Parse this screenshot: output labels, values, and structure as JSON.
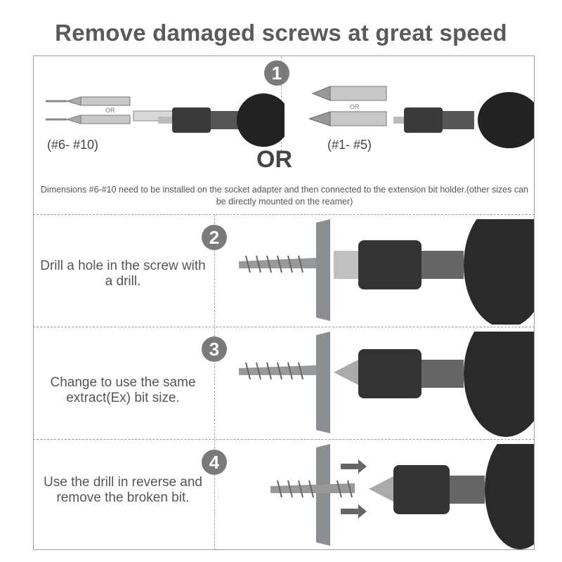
{
  "title": "Remove damaged screws at great speed",
  "section1": {
    "number": "1",
    "or_big": "OR",
    "left_size_label": "(#6- #10)",
    "right_size_label": "(#1- #5)",
    "small_or": "OR",
    "note": "Dimensions #6-#10 need to be installed on the socket adapter and then connected to the extension bit holder.(other sizes can be directly mounted on the reamer)"
  },
  "steps": [
    {
      "number": "2",
      "text": "Drill a hole in the screw with a drill."
    },
    {
      "number": "3",
      "text": "Change to use the same extract(Ex) bit size."
    },
    {
      "number": "4",
      "text": "Use the drill in reverse and remove the broken bit."
    }
  ],
  "colors": {
    "circle": "#7a7a7a",
    "border": "#9a9a9a",
    "text": "#555555"
  }
}
